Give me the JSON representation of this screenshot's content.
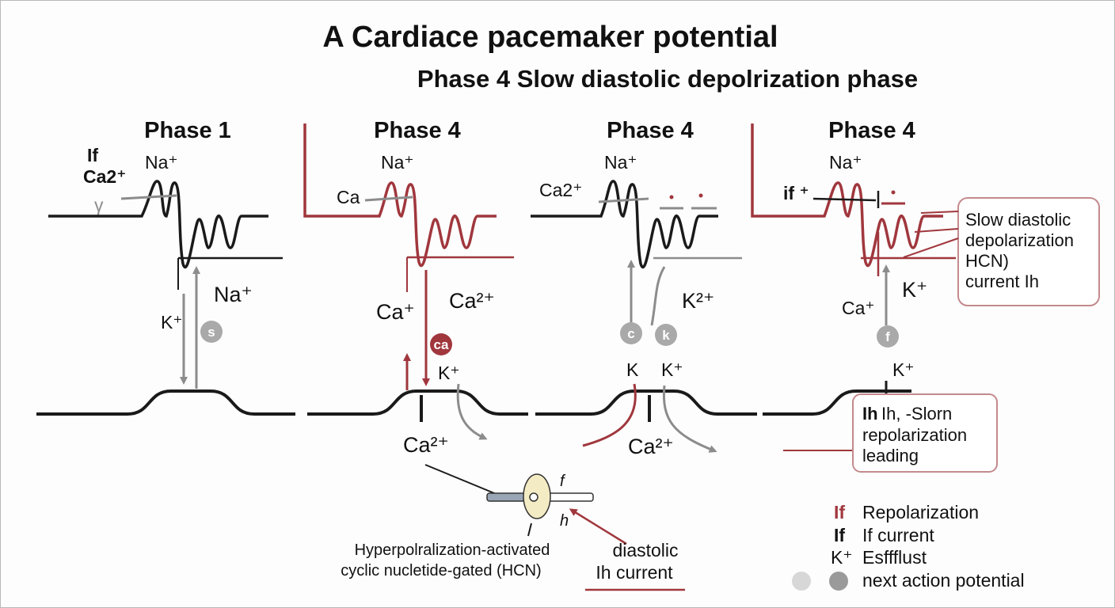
{
  "title": "A Cardiace pacemaker potential",
  "subtitle": "Phase 4 Slow diastolic depolrization phase",
  "panels": [
    {
      "heading": "Phase 1",
      "labels": {
        "if": "If",
        "ca2": "Ca2⁺",
        "gamma": "γ",
        "na_top": "Na⁺",
        "na_side": "Na⁺",
        "k": "K⁺",
        "badge": "s"
      }
    },
    {
      "heading": "Phase 4",
      "labels": {
        "na_top": "Na⁺",
        "ca": "Ca",
        "ca_plus": "Ca⁺",
        "ca2_side": "Ca²⁺",
        "badge": "ca",
        "k": "K⁺",
        "ca2_bottom": "Ca²⁺"
      }
    },
    {
      "heading": "Phase 4",
      "labels": {
        "na_top": "Na⁺",
        "ca2": "Ca2⁺",
        "k2": "K²⁺",
        "badge_c": "c",
        "badge_k": "k",
        "k_left": "K",
        "k_right": "K⁺",
        "ca2_bottom": "Ca²⁺"
      }
    },
    {
      "heading": "Phase 4",
      "labels": {
        "na_top": "Na⁺",
        "if_plus": "if ⁺",
        "ca_plus": "Ca⁺",
        "k_big": "K⁺",
        "badge": "f",
        "k_low": "K⁺"
      }
    }
  ],
  "callouts": {
    "upper": [
      "Slow diastolic",
      "depolarization",
      "HCN)",
      "current Ih"
    ],
    "lower_bold": "Ih",
    "lower": [
      "Ih, -Slorn",
      "repolarization",
      "leading"
    ]
  },
  "channel": {
    "f_label": "f",
    "h_label": "h",
    "caption": [
      "Hyperpolralization-activated",
      "cyclic nucletide-gated (HCN)"
    ],
    "diastolic": [
      "diastolic",
      "Ih current"
    ]
  },
  "legend": [
    {
      "symbol": "If",
      "text": "Repolarization",
      "color": "#a0373d"
    },
    {
      "symbol": "If",
      "text": "If current",
      "color": "#111111"
    },
    {
      "symbol": "K⁺",
      "text": "Esffflust",
      "color": "#111111"
    },
    {
      "symbol": "",
      "text": "next action potential",
      "color": "#9a9a9a"
    }
  ],
  "colors": {
    "ink": "#1a1a1a",
    "red": "#a0373d",
    "gray": "#8c8c8c",
    "badge_gray": "#a9a9a9",
    "channel_fill": "#f3ebc3"
  }
}
